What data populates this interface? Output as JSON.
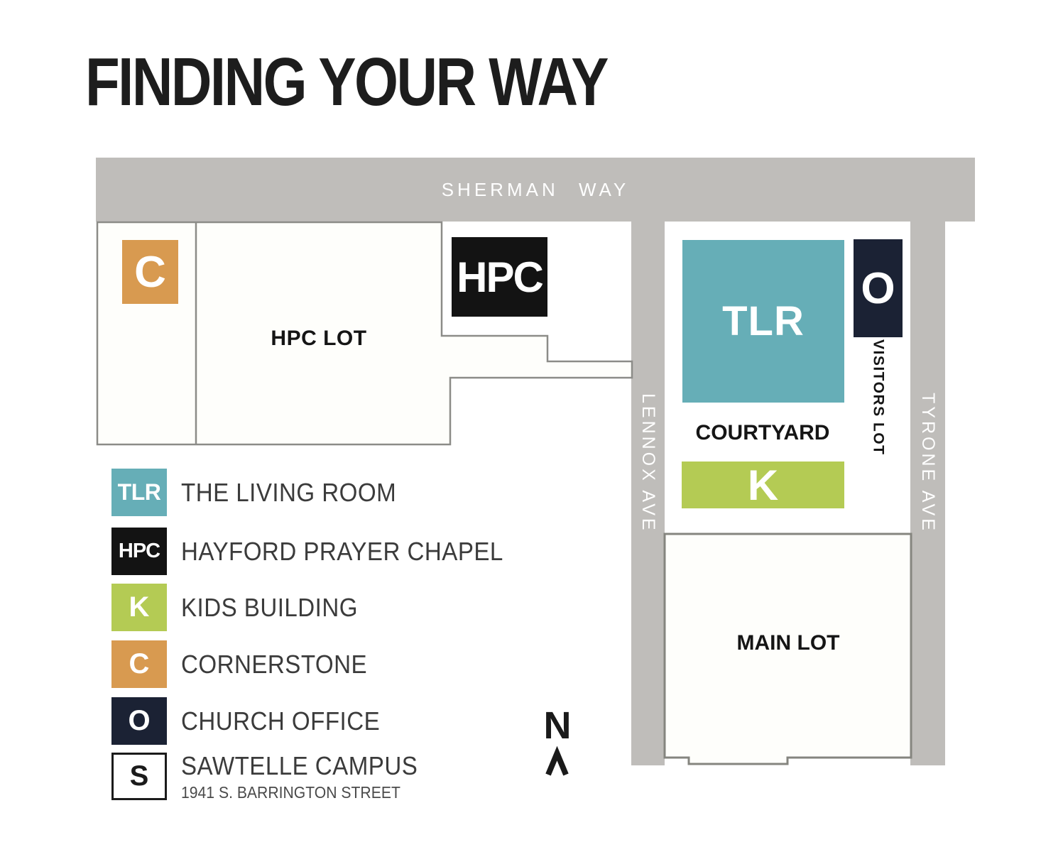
{
  "title": "FINDING YOUR WAY",
  "map": {
    "roads": {
      "sherman_way": "SHERMAN WAY",
      "lennox_ave": "LENNOX AVE",
      "tyrone_ave": "TYRONE AVE",
      "road_color": "#bfbdba"
    },
    "areas": {
      "hpc_lot": "HPC LOT",
      "courtyard": "COURTYARD",
      "visitors_lot": "VISITORS LOT",
      "main_lot": "MAIN LOT"
    },
    "buildings": {
      "the_living_room": {
        "code": "TLR",
        "color": "#66aeb7"
      },
      "hayford_prayer_chapel": {
        "code": "HPC",
        "color": "#131313"
      },
      "kids_building": {
        "code": "K",
        "color": "#b4cb54"
      },
      "cornerstone": {
        "code": "C",
        "color": "#d89a50"
      },
      "church_office": {
        "code": "O",
        "color": "#1b2234"
      }
    },
    "north_indicator": {
      "label": "N"
    }
  },
  "legend": {
    "items": [
      {
        "code": "TLR",
        "label": "THE LIVING ROOM",
        "color": "#66aeb7",
        "text_color": "#ffffff"
      },
      {
        "code": "HPC",
        "label": "HAYFORD PRAYER CHAPEL",
        "color": "#131313",
        "text_color": "#ffffff"
      },
      {
        "code": "K",
        "label": "KIDS BUILDING",
        "color": "#b4cb54",
        "text_color": "#ffffff"
      },
      {
        "code": "C",
        "label": "CORNERSTONE",
        "color": "#d89a50",
        "text_color": "#ffffff"
      },
      {
        "code": "O",
        "label": "CHURCH OFFICE",
        "color": "#1b2234",
        "text_color": "#ffffff"
      },
      {
        "code": "S",
        "label": "SAWTELLE CAMPUS",
        "sublabel": "1941 S. BARRINGTON STREET",
        "color": "#ffffff",
        "text_color": "#1b1b1b"
      }
    ]
  }
}
